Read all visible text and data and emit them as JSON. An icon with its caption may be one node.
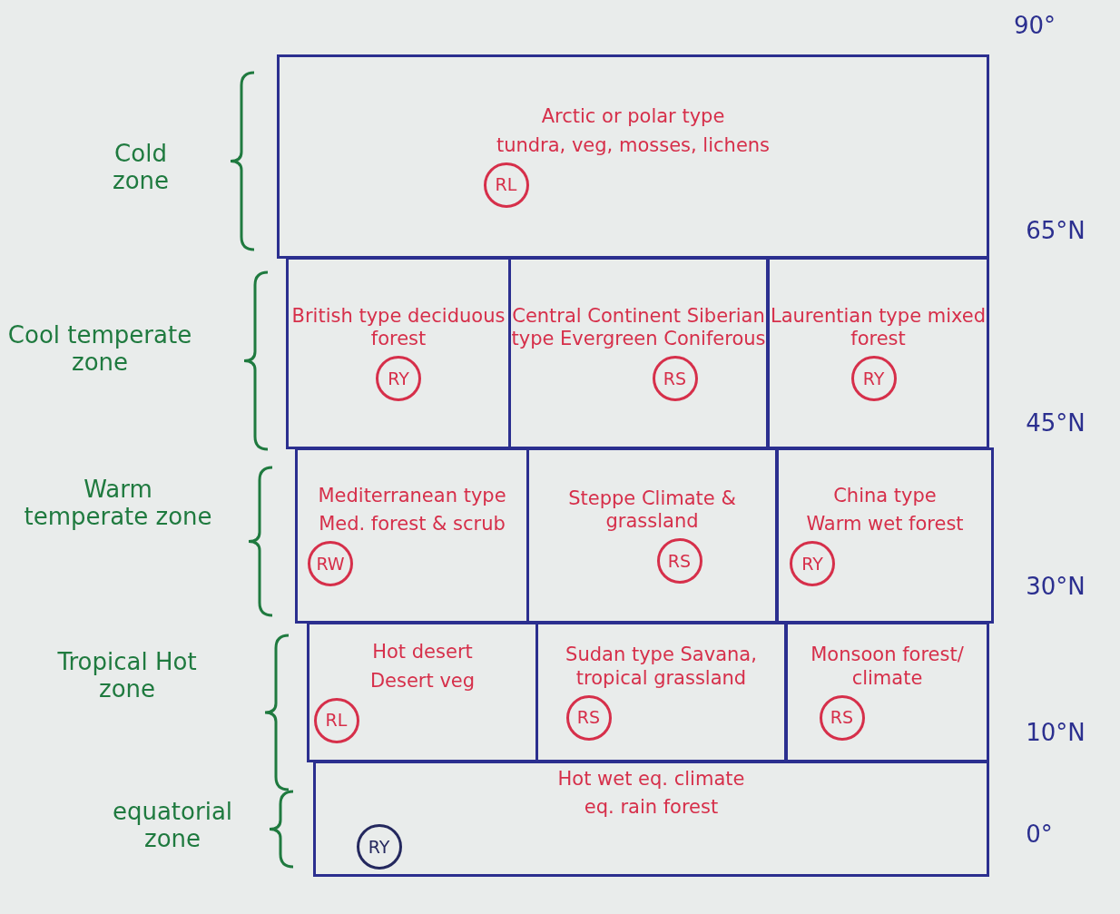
{
  "diagram": {
    "nodes": [
      {
        "text": [
          "Arctic or polar type",
          "tundra, veg, mosses, lichens"
        ]
      },
      {
        "text": [
          "RL"
        ],
        "in": 0
      },
      {
        "text": [
          "British type deciduous forest"
        ]
      },
      {
        "text": [
          "RY"
        ],
        "in": 2
      },
      {
        "text": [
          "Central Continent Siberian type Evergreen Coniferous"
        ]
      },
      {
        "text": [
          "RS"
        ],
        "in": 4
      },
      {
        "text": [
          "Laurentian type mixed forest"
        ]
      },
      {
        "text": [
          "RY"
        ],
        "in": 6
      },
      {
        "text": [
          "Mediterranean type",
          "Med. forest & scrub"
        ]
      },
      {
        "text": [
          "RW"
        ],
        "in": 8
      },
      {
        "text": [
          "Steppe Climate & grassland"
        ]
      },
      {
        "text": [
          "RS"
        ],
        "in": 10
      },
      {
        "text": [
          "China type",
          "Warm wet forest"
        ]
      },
      {
        "text": [
          "RY"
        ],
        "in": 12
      },
      {
        "text": [
          "Hot desert",
          "Desert veg"
        ]
      },
      {
        "text": [
          "RL"
        ],
        "in": 14
      },
      {
        "text": [
          "Sudan type Savana, tropical grassland"
        ]
      },
      {
        "text": [
          "RS"
        ],
        "in": 16
      },
      {
        "text": [
          "Monsoon forest/ climate"
        ]
      },
      {
        "text": [
          "RS"
        ],
        "in": 18
      },
      {
        "text": [
          "Hot wet eq. climate",
          "eq. rain forest"
        ]
      },
      {
        "text": [
          "RY"
        ],
        "in": 20
      }
    ],
    "labels": [
      "90°",
      "Cold zone",
      "65°N",
      "Cool temperate zone",
      "45°N",
      "Warm temperate zone",
      "30°N",
      "Tropical Hot zone",
      "10°N",
      "equatorial zone",
      "0°"
    ]
  }
}
